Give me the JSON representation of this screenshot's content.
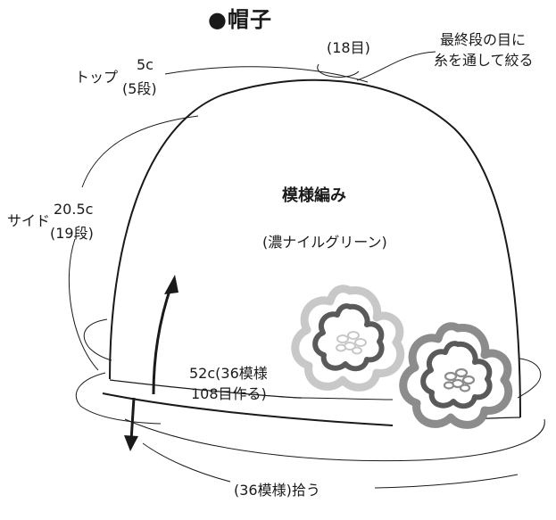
{
  "title": "●帽子",
  "finish_note": {
    "count": "(18目)",
    "line1": "最終段の目に",
    "line2": "糸を通して絞る"
  },
  "top_section": {
    "label": "トップ",
    "length": "5c",
    "rows": "(5段)"
  },
  "side_section": {
    "label": "サイド",
    "length": "20.5c",
    "rows": "(19段)"
  },
  "pattern": {
    "name": "模様編み",
    "color": "(濃ナイルグリーン)"
  },
  "cast_on": {
    "line1": "52c(36模様",
    "line2": "108目作る)"
  },
  "pick_up": {
    "text": "(36模様)拾う"
  },
  "colors": {
    "line": "#1a1a1a",
    "flower_light": "#c8c8c8",
    "flower_mid": "#8c8c8c",
    "flower_dark": "#5a5a5a"
  }
}
